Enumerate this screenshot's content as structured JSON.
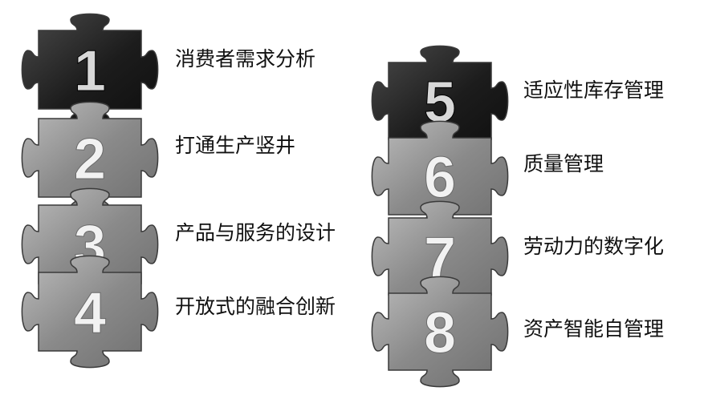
{
  "columns": [
    {
      "items": [
        {
          "number": "1",
          "label": "消费者需求分析",
          "tone": "dark"
        },
        {
          "number": "2",
          "label": "打通生产竖井",
          "tone": "light"
        },
        {
          "number": "3",
          "label": "产品与服务的设计",
          "tone": "light"
        },
        {
          "number": "4",
          "label": "开放式的融合创新",
          "tone": "light"
        }
      ]
    },
    {
      "items": [
        {
          "number": "5",
          "label": "适应性库存管理",
          "tone": "dark"
        },
        {
          "number": "6",
          "label": "质量管理",
          "tone": "light"
        },
        {
          "number": "7",
          "label": "劳动力的数字化",
          "tone": "light"
        },
        {
          "number": "8",
          "label": "资产智能自管理",
          "tone": "light"
        }
      ]
    }
  ],
  "colors": {
    "dark_piece": "#1c1c1c",
    "dark_piece_highlight": "#4a4a4a",
    "light_piece": "#8a8a8a",
    "light_piece_highlight": "#bdbdbd",
    "piece_edge": "#3a3a3a",
    "dark_number": "#d8d8d8",
    "light_number": "#f2f2f2",
    "label_text": "#111111"
  }
}
